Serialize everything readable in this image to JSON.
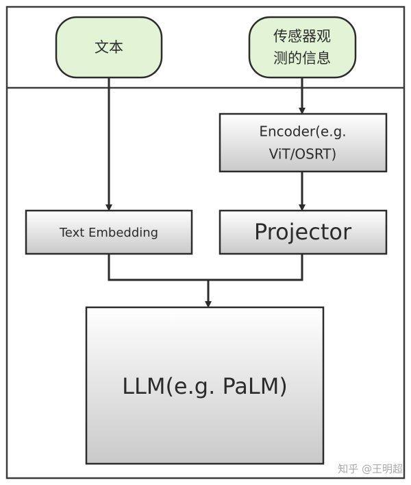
{
  "inputs": {
    "text": "文本",
    "sensor_line1": "传感器观",
    "sensor_line2": "测的信息"
  },
  "boxes": {
    "encoder_line1": "Encoder(e.g.",
    "encoder_line2": "ViT/OSRT)",
    "text_embedding": "Text Embedding",
    "projector": "Projector",
    "llm": "LLM(e.g. PaLM)"
  },
  "watermark": "知乎 @王明超",
  "colors": {
    "input_fill": "#e3f4d6",
    "box_stroke": "#2b2b2b",
    "box_gradient_top": "#ffffff",
    "box_gradient_bottom": "#c9c9c9",
    "frame": "#3c3c3c"
  }
}
